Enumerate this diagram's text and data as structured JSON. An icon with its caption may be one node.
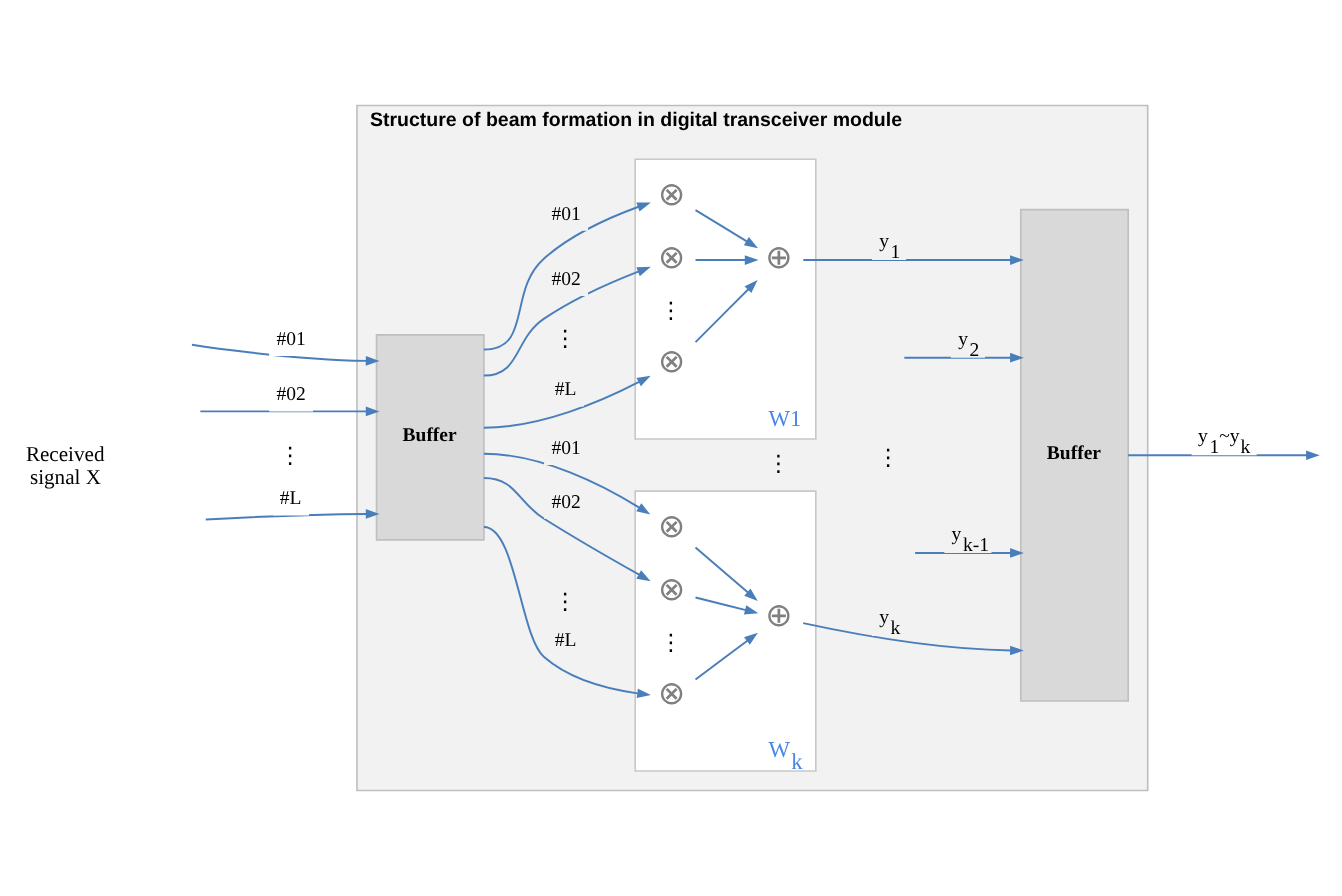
{
  "diagram": {
    "nodes": [
      {
        "text": [
          "Structure of beam formation in digital transceiver module"
        ]
      },
      {
        "text": [
          "Buffer"
        ],
        "in": 0
      },
      {
        "text": [
          "W1"
        ],
        "in": 0
      },
      {
        "text": [
          "⊗"
        ],
        "in": 2
      },
      {
        "text": [
          "⊗"
        ],
        "in": 2
      },
      {
        "text": [
          "⊗"
        ],
        "in": 2
      },
      {
        "text": [
          "⊕"
        ],
        "in": 2
      },
      {
        "text": [
          "W$_{k}$"
        ],
        "in": 0
      },
      {
        "text": [
          "⊗"
        ],
        "in": 7
      },
      {
        "text": [
          "⊗"
        ],
        "in": 7
      },
      {
        "text": [
          "⊗"
        ],
        "in": 7
      },
      {
        "text": [
          "⊕"
        ],
        "in": 7
      },
      {
        "text": [
          "Buffer"
        ],
        "in": 0
      }
    ],
    "edges": [
      {
        "from": null,
        "to": 1,
        "arrow": "to",
        "label": "#01"
      },
      {
        "from": null,
        "to": 1,
        "arrow": "to",
        "label": "#02"
      },
      {
        "from": null,
        "to": 1,
        "arrow": "to",
        "label": "#L"
      },
      {
        "from": 1,
        "to": 3,
        "arrow": "to",
        "label": "#01"
      },
      {
        "from": 1,
        "to": 4,
        "arrow": "to",
        "label": "#02"
      },
      {
        "from": 1,
        "to": 5,
        "arrow": "to",
        "label": "#L"
      },
      {
        "from": 1,
        "to": 8,
        "arrow": "to",
        "label": "#01"
      },
      {
        "from": 1,
        "to": 9,
        "arrow": "to",
        "label": "#02"
      },
      {
        "from": 1,
        "to": 10,
        "arrow": "to",
        "label": "#L"
      },
      {
        "from": 3,
        "to": 6,
        "arrow": "to"
      },
      {
        "from": 4,
        "to": 6,
        "arrow": "to"
      },
      {
        "from": 5,
        "to": 6,
        "arrow": "to"
      },
      {
        "from": 8,
        "to": 11,
        "arrow": "to"
      },
      {
        "from": 9,
        "to": 11,
        "arrow": "to"
      },
      {
        "from": 10,
        "to": 11,
        "arrow": "to"
      },
      {
        "from": 6,
        "to": 12,
        "arrow": "to",
        "label": "y$_{1}$"
      },
      {
        "from": 12,
        "to": null,
        "arrow": "to",
        "label": "y$_{1}$~y$_{k}$"
      },
      {
        "from": null,
        "to": 12,
        "arrow": "to",
        "label": "y$_{2}$"
      },
      {
        "from": null,
        "to": 12,
        "arrow": "to",
        "label": "y$_{k-1}$"
      },
      {
        "from": 11,
        "to": 12,
        "arrow": "to",
        "label": "y$_{k}$"
      }
    ],
    "labels": [
      "Received signal X",
      "⋮",
      "⋮",
      "⋮",
      "⋮",
      "⋮",
      "⋮",
      "⋮"
    ]
  }
}
